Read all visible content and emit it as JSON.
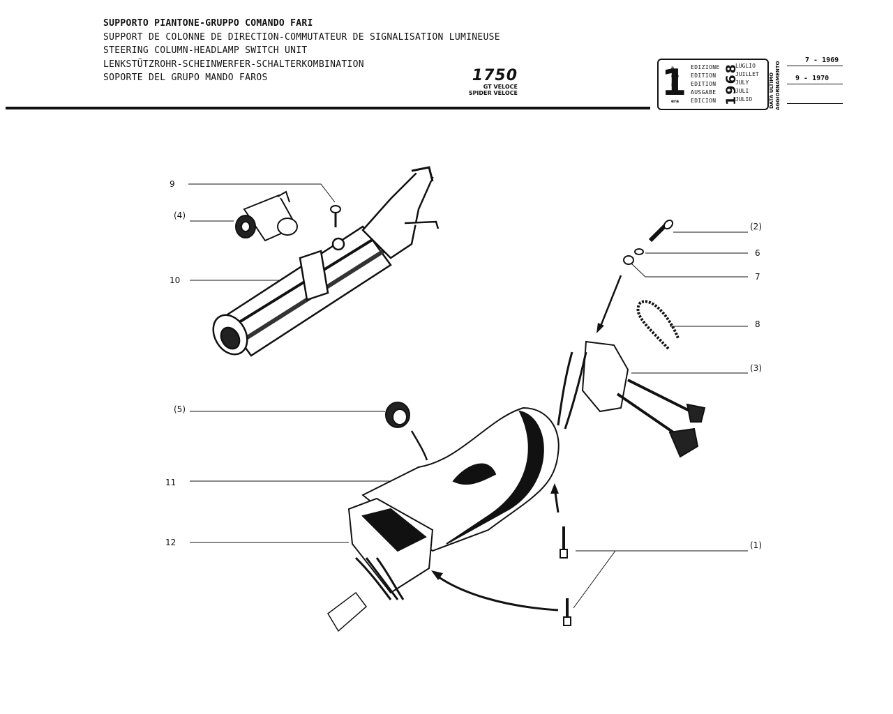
{
  "header": {
    "titles": [
      "SUPPORTO PIANTONE-GRUPPO COMANDO FARI",
      "SUPPORT DE COLONNE DE DIRECTION-COMMUTATEUR DE SIGNALISATION LUMINEUSE",
      "STEERING COLUMN-HEADLAMP SWITCH UNIT",
      "LENKSTÜTZROHR-SCHEINWERFER-SCHALTERKOMBINATION",
      "SOPORTE DEL GRUPO MANDO FAROS"
    ],
    "model": "1750",
    "model_lines": [
      "GT VELOCE",
      "SPIDER VELOCE"
    ]
  },
  "edition_box": {
    "number": "1",
    "superscripts": [
      "a",
      "ère",
      "st",
      ".",
      "era"
    ],
    "rows": [
      {
        "label": "EDIZIONE",
        "month": "LUGLIO"
      },
      {
        "label": "EDITION",
        "month": "JUILLET"
      },
      {
        "label": "EDITION",
        "month": "JULY"
      },
      {
        "label": "AUSGABE",
        "month": "JULI"
      },
      {
        "label": "EDICION",
        "month": "JULIO"
      }
    ],
    "year": "1968"
  },
  "update_block": {
    "label_lines": [
      "DATA ULTIMO",
      "AGGIORNAMENTO"
    ],
    "dates": [
      "7 - 1969",
      "9 - 1970",
      ""
    ]
  },
  "callouts": {
    "c9": "9",
    "c4": "(4)",
    "c10": "10",
    "c2": "(2)",
    "c6": "6",
    "c7": "7",
    "c8": "8",
    "c3": "(3)",
    "c5": "(5)",
    "c11": "11",
    "c12": "12",
    "c1": "(1)"
  }
}
